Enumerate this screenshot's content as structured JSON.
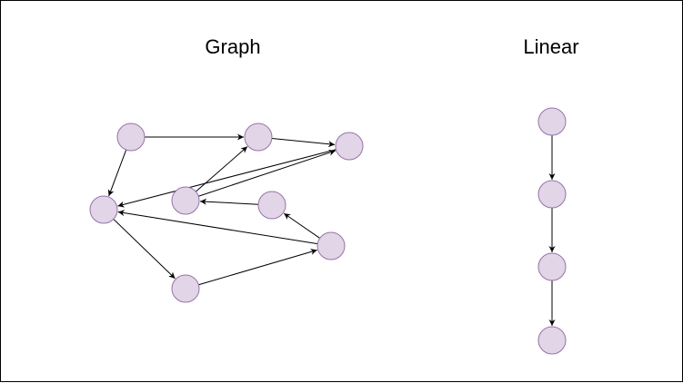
{
  "diagram": {
    "graph_title": "Graph",
    "linear_title": "Linear",
    "colors": {
      "node_fill": "#e1d5e7",
      "node_stroke": "#9673a6",
      "edge": "#000000",
      "border": "#000000"
    },
    "graph": {
      "nodes": [
        "a",
        "b",
        "c",
        "d",
        "e",
        "f",
        "g",
        "h"
      ],
      "edges": [
        [
          "a",
          "b"
        ],
        [
          "a",
          "e"
        ],
        [
          "b",
          "c"
        ],
        [
          "c",
          "e"
        ],
        [
          "e",
          "g"
        ],
        [
          "h",
          "e"
        ],
        [
          "g",
          "h"
        ],
        [
          "h",
          "d"
        ],
        [
          "d",
          "f"
        ],
        [
          "f",
          "b"
        ],
        [
          "f",
          "c"
        ]
      ]
    },
    "linear": {
      "nodes": [
        "l1",
        "l2",
        "l3",
        "l4"
      ],
      "edges": [
        [
          "l1",
          "l2"
        ],
        [
          "l2",
          "l3"
        ],
        [
          "l3",
          "l4"
        ]
      ]
    }
  }
}
